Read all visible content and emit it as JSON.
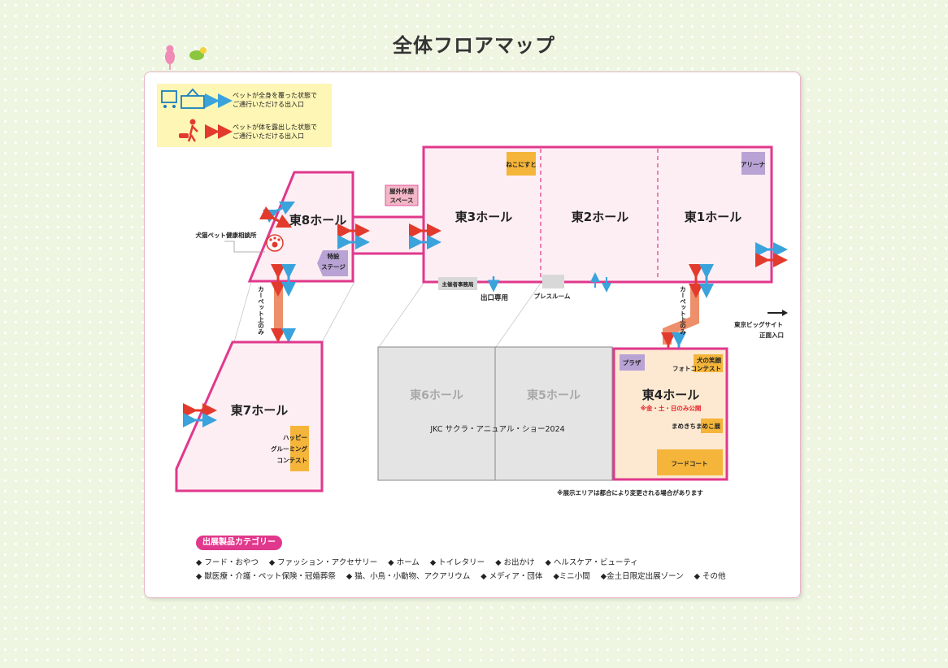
{
  "title": "全体フロアマップ",
  "legend": {
    "covered_text": "ペットが全身を覆った状態で\nご通行いただける出入口",
    "exposed_text": "ペットが体を露出した状態で\nご通行いただける出入口"
  },
  "halls": {
    "east8": "東8ホール",
    "east7": "東7ホール",
    "east3": "東3ホール",
    "east2": "東2ホール",
    "east1": "東1ホール",
    "east6": "東6ホール",
    "east5": "東5ホール",
    "east4": "東4ホール"
  },
  "labels": {
    "outdoor_rest": "屋外休憩\nスペース",
    "special_stage": "特設\nステージ",
    "clinic": "犬猫ペット健康相談所",
    "carpet": "カーペット上のみ",
    "grooming": "ハッピー\nグルーミング\nコンテスト",
    "nekonisuto": "ねこにすと",
    "arena": "アリーナ",
    "organizer_office": "主催者事務局",
    "exit_only": "出口専用",
    "press_room": "プレスルーム",
    "bigsight_entrance": "東京ビッグサイト\n正面入口",
    "plaza": "プラザ",
    "dog_smile": "犬の笑顔\nフォトコンテスト",
    "east4_note": "※金・土・日のみ公開",
    "mamekichi": "まめきちまめこ展",
    "food_court": "フードコート",
    "other_show": "JKC サクラ・アニュアル・ショー2024",
    "disclaimer": "※展示エリアは都合により変更される場合があります"
  },
  "categories": {
    "title": "出展製品カテゴリー",
    "row1": [
      "◆ フード・おやつ",
      "◆ ファッション・アクセサリー",
      "◆ ホーム",
      "◆ トイレタリー",
      "◆ お出かけ",
      "◆ ヘルスケア・ビューティ"
    ],
    "row2": [
      "◆ 獣医療・介護・ペット保険・冠婚葬祭",
      "◆ 猫、小鳥・小動物、アクアリウム",
      "◆ メディア・団体",
      "◆ミニ小間",
      "◆金土日限定出展ゾーン",
      "◆ その他"
    ]
  },
  "colors": {
    "hall_border": "#e0388c",
    "hall_fill": "#fdeef4",
    "east4_fill": "#fde9d2",
    "orange_tag": "#f4b53a",
    "purple_tag": "#b9a2d4",
    "grey_hall": "#e4e4e4",
    "carpet": "#ec8f6a",
    "arrow_blue": "#3aa3dc",
    "arrow_red": "#e23a2c"
  }
}
